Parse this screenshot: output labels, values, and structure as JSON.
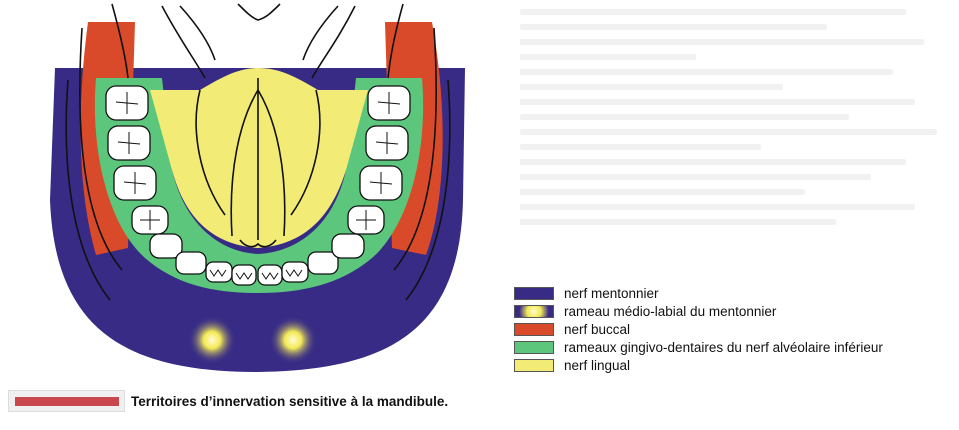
{
  "colors": {
    "mentonnier": "#372b86",
    "medio_labial": "#f3ea55",
    "buccal": "#d94a2a",
    "gingivo": "#5cc67c",
    "lingual": "#f2ec77",
    "caption_bar": "#c9484f"
  },
  "legend": [
    {
      "label": "nerf mentonnier",
      "color": "#372b86",
      "swatch": "solid"
    },
    {
      "label": "rameau médio-labial du mentonnier",
      "color": "#f3ea55",
      "swatch": "glow"
    },
    {
      "label": "nerf buccal",
      "color": "#d94a2a",
      "swatch": "solid"
    },
    {
      "label": "rameaux gingivo-dentaires du nerf alvéolaire inférieur",
      "color": "#5cc67c",
      "swatch": "solid"
    },
    {
      "label": "nerf lingual",
      "color": "#f2ec77",
      "swatch": "solid"
    }
  ],
  "caption": "Territoires d’innervation sensitive à la mandibule."
}
